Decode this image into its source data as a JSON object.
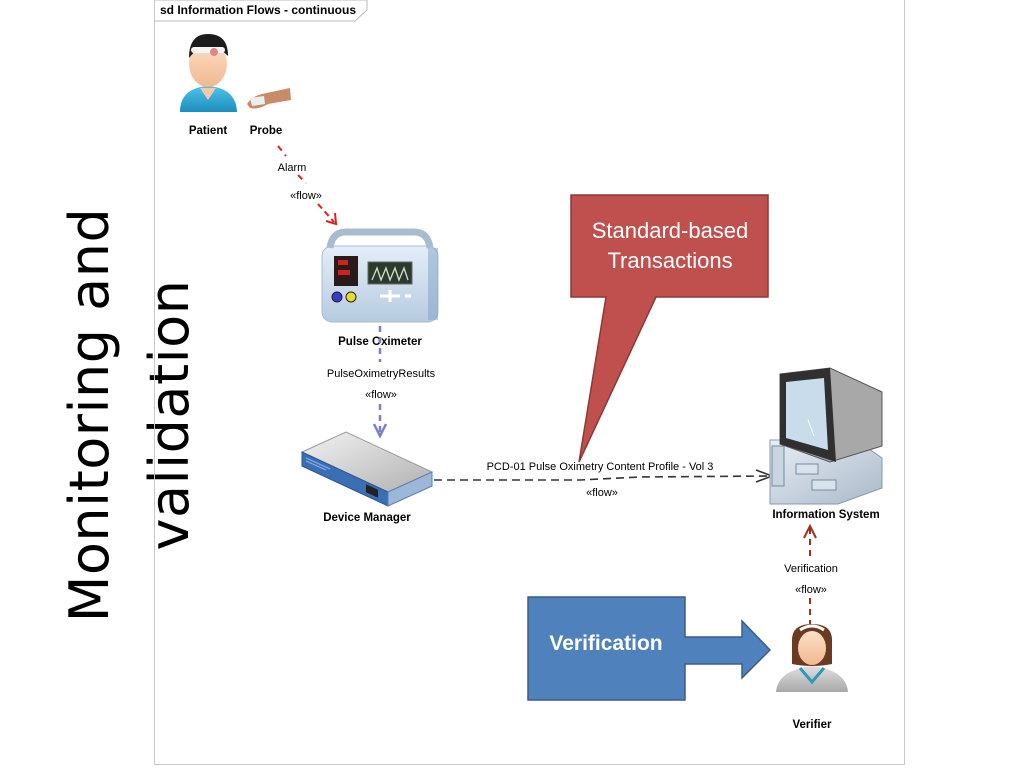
{
  "slide": {
    "side_title": "Monitoring and validation"
  },
  "diagram": {
    "frame_title": "sd Information Flows - continuous",
    "actors": [
      {
        "id": "patient",
        "label": "Patient",
        "icon": "patient-icon"
      },
      {
        "id": "probe",
        "label": "Probe",
        "icon": "hand-probe-icon"
      },
      {
        "id": "pulse_oximeter",
        "label": "Pulse Oximeter",
        "icon": "pulse-oximeter-device-icon"
      },
      {
        "id": "device_manager",
        "label": "Device Manager",
        "icon": "device-manager-box-icon"
      },
      {
        "id": "information_system",
        "label": "Information System",
        "icon": "computer-icon"
      },
      {
        "id": "verifier",
        "label": "Verifier",
        "icon": "nurse-icon"
      }
    ],
    "flows": [
      {
        "from": "probe",
        "to": "pulse_oximeter",
        "name": "Alarm",
        "stereotype": "«flow»",
        "color": "#e02020"
      },
      {
        "from": "pulse_oximeter",
        "to": "device_manager",
        "name": "PulseOximetryResults",
        "stereotype": "«flow»",
        "color": "#7b7fc7"
      },
      {
        "from": "device_manager",
        "to": "information_system",
        "name": "PCD-01 Pulse Oximetry Content Profile - Vol 3",
        "stereotype": "«flow»",
        "color": "#333333"
      },
      {
        "from": "verifier",
        "to": "information_system",
        "name": "Verification",
        "stereotype": "«flow»",
        "color": "#a0301c"
      }
    ],
    "callouts": [
      {
        "text_line1": "Standard-based",
        "text_line2": "Transactions",
        "color": "#c0504d"
      },
      {
        "text": "Verification",
        "color": "#4f81bd"
      }
    ]
  }
}
